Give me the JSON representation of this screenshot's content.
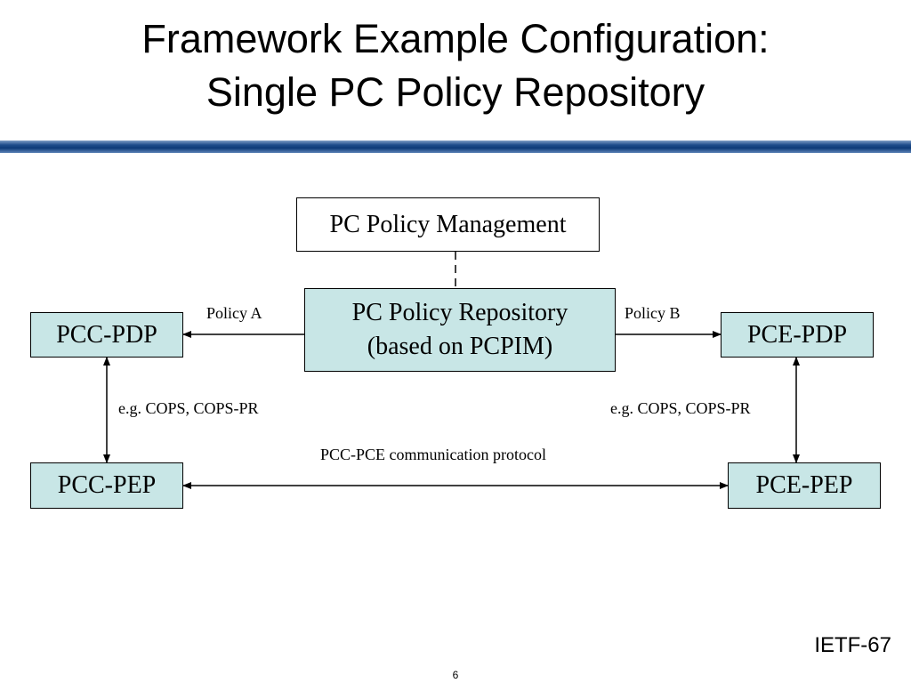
{
  "slide": {
    "title_line1": "Framework Example Configuration:",
    "title_line2": "Single PC Policy Repository",
    "footer": "IETF-67",
    "page_number": "6"
  },
  "diagram": {
    "nodes": {
      "management": "PC Policy Management",
      "repository_line1": "PC Policy Repository",
      "repository_line2": "(based on PCPIM)",
      "pcc_pdp": "PCC-PDP",
      "pce_pdp": "PCE-PDP",
      "pcc_pep": "PCC-PEP",
      "pce_pep": "PCE-PEP"
    },
    "edges": {
      "policy_a": "Policy A",
      "policy_b": "Policy B",
      "pcc_cops": "e.g. COPS, COPS-PR",
      "pce_cops": "e.g. COPS, COPS-PR",
      "pep_protocol": "PCC-PCE communication protocol"
    }
  }
}
